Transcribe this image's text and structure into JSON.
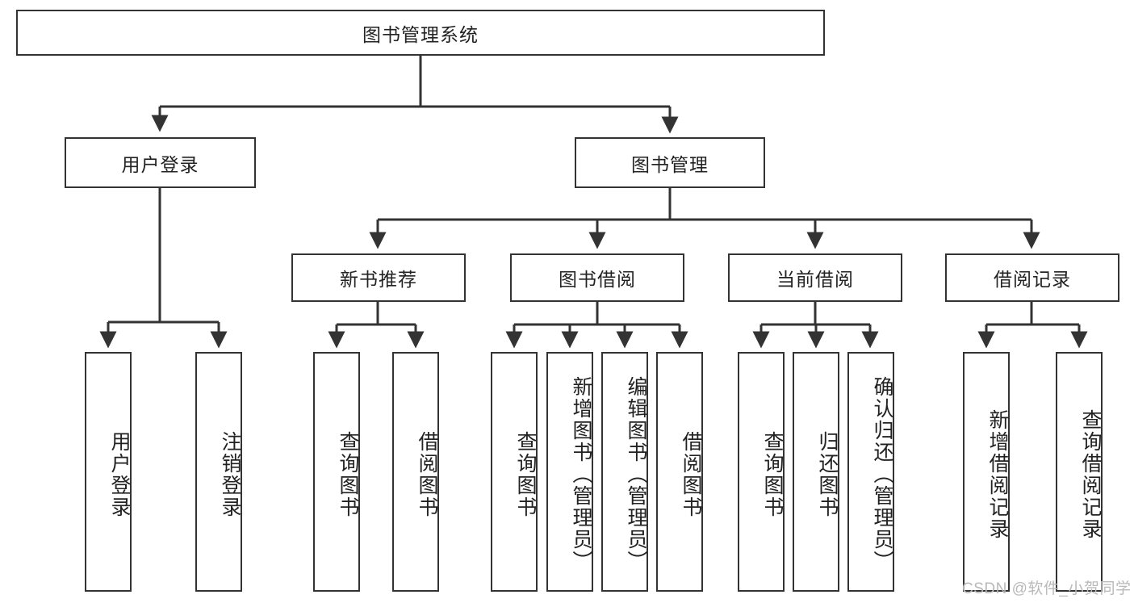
{
  "diagram": {
    "title": "图书管理系统",
    "type": "hierarchy-tree",
    "orientation": "top-down",
    "colors": {
      "node_border": "#333333",
      "node_fill": "#ffffff",
      "edge": "#333333",
      "text": "#222222",
      "watermark": "#b9b9b9",
      "background": "#ffffff"
    },
    "levels": {
      "root": {
        "label": "图书管理系统"
      },
      "level2": [
        {
          "label": "用户登录"
        },
        {
          "label": "图书管理"
        }
      ],
      "level3": [
        {
          "label": "新书推荐"
        },
        {
          "label": "图书借阅"
        },
        {
          "label": "当前借阅"
        },
        {
          "label": "借阅记录"
        }
      ],
      "leaves": {
        "group_user_login": [
          {
            "label": "用户登录"
          },
          {
            "label": "注销登录"
          }
        ],
        "group_new_book": [
          {
            "label": "查询图书"
          },
          {
            "label": "借阅图书"
          }
        ],
        "group_borrow": [
          {
            "label": "查询图书"
          },
          {
            "label": "新增图书（管理员）"
          },
          {
            "label": "编辑图书（管理员）"
          },
          {
            "label": "借阅图书"
          }
        ],
        "group_current": [
          {
            "label": "查询图书"
          },
          {
            "label": "归还图书"
          },
          {
            "label": "确认归还（管理员）"
          }
        ],
        "group_records": [
          {
            "label": "新增借阅记录"
          },
          {
            "label": "查询借阅记录"
          }
        ]
      }
    }
  },
  "watermark": {
    "text": "CSDN @软件_小贺同学"
  }
}
